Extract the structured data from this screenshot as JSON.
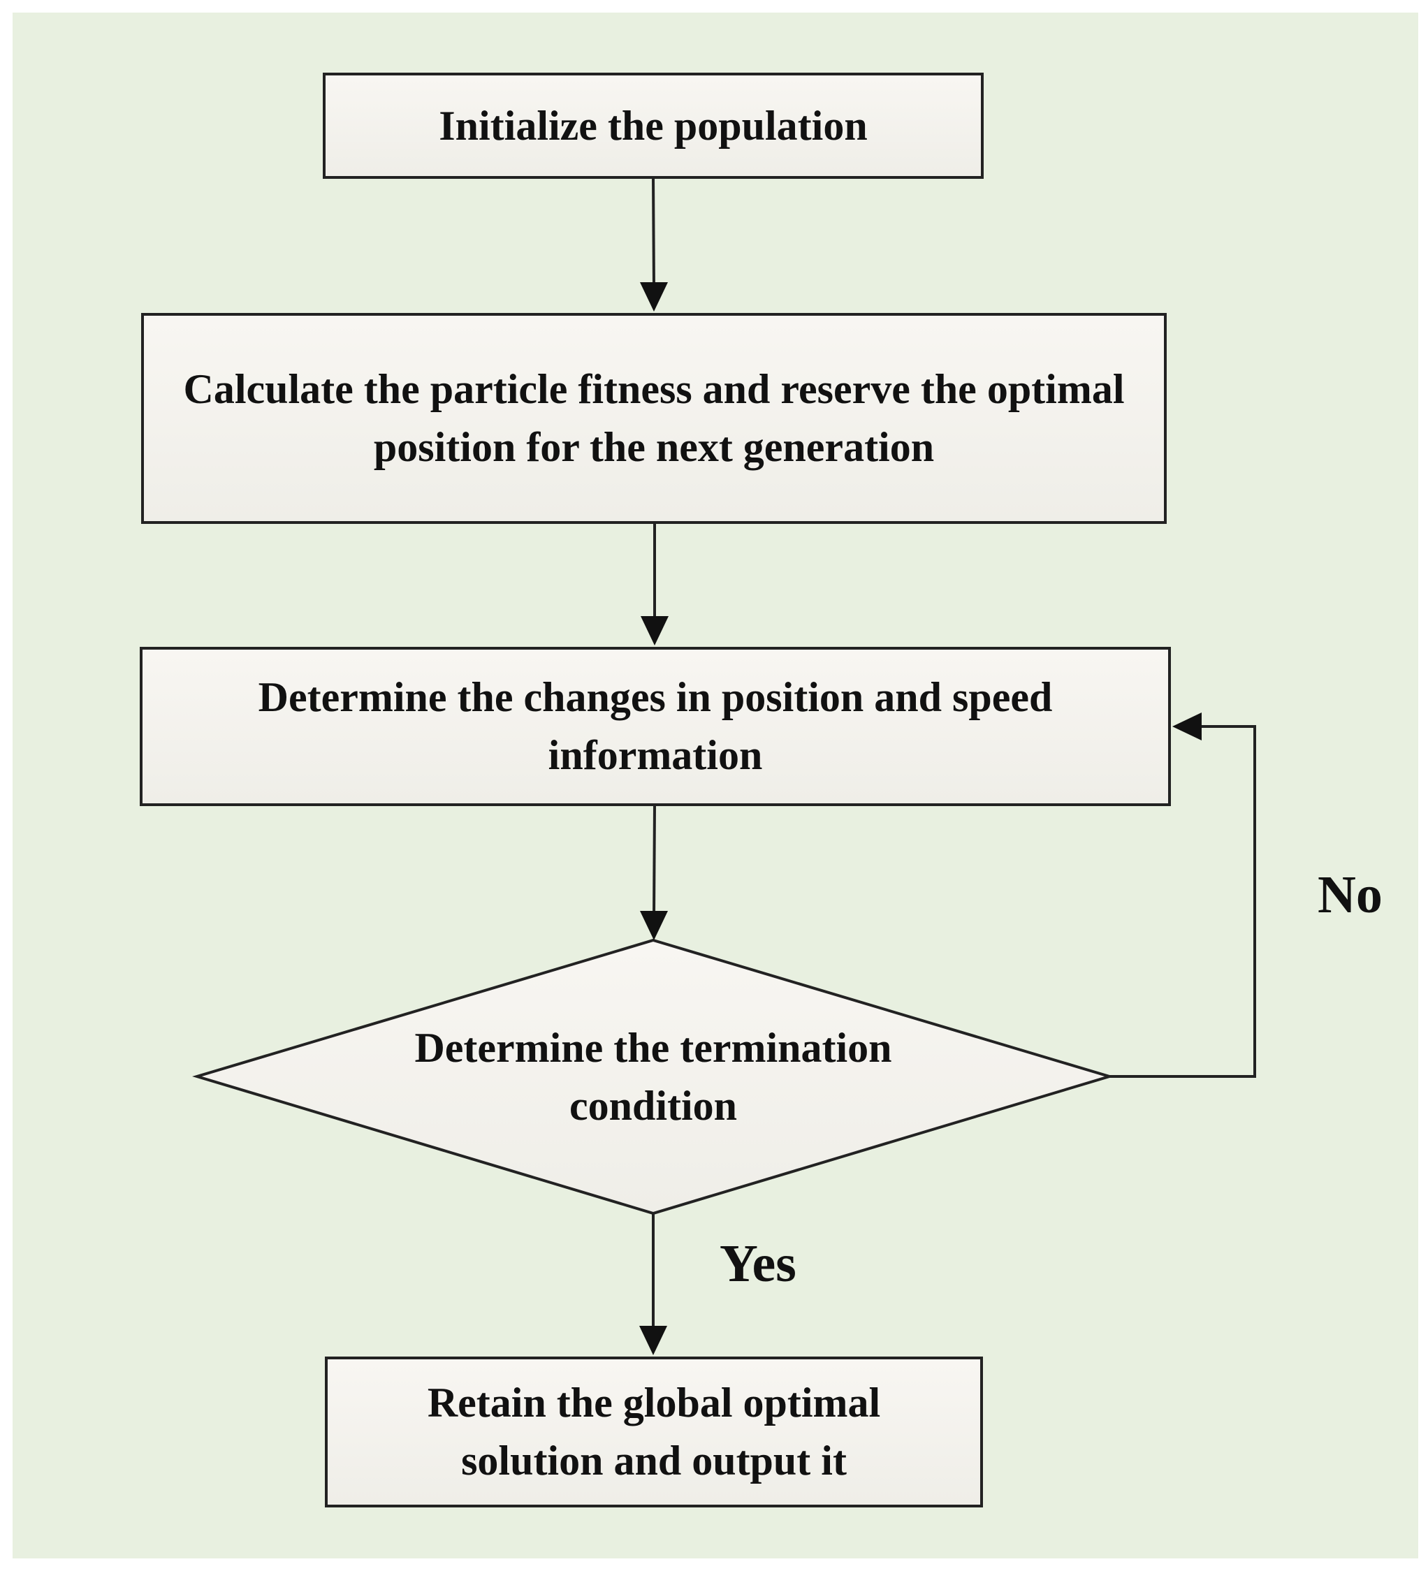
{
  "diagram": {
    "type": "flowchart",
    "background_color": "#e8f0e0",
    "box_fill": "#f6f4f0",
    "stroke_color": "#222222",
    "nodes": [
      {
        "id": "init",
        "shape": "rectangle",
        "text": "Initialize the population"
      },
      {
        "id": "fitness",
        "shape": "rectangle",
        "text": "Calculate the particle fitness and reserve the optimal position for the next generation"
      },
      {
        "id": "update",
        "shape": "rectangle",
        "text": "Determine the changes in position and speed information"
      },
      {
        "id": "check",
        "shape": "diamond",
        "text": "Determine the termination condition"
      },
      {
        "id": "output",
        "shape": "rectangle",
        "text": "Retain the global optimal solution and output it"
      }
    ],
    "edges": [
      {
        "from": "init",
        "to": "fitness",
        "label": ""
      },
      {
        "from": "fitness",
        "to": "update",
        "label": ""
      },
      {
        "from": "update",
        "to": "check",
        "label": ""
      },
      {
        "from": "check",
        "to": "update",
        "label": "No"
      },
      {
        "from": "check",
        "to": "output",
        "label": "Yes"
      }
    ]
  }
}
